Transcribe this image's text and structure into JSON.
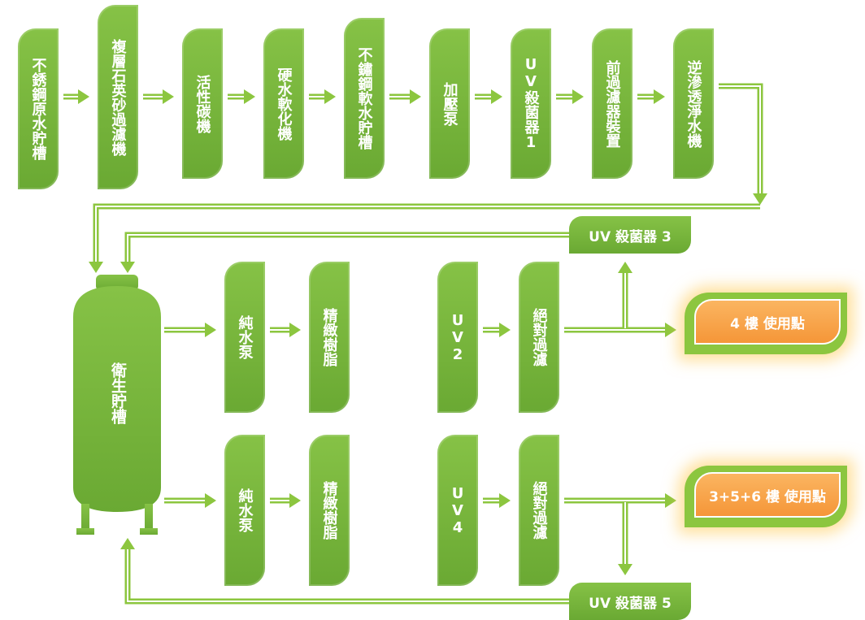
{
  "process": {
    "stainless_tank": "不銹鋼原水貯槽",
    "sand_filter": "複層石英砂過濾機",
    "carbon": "活性碳機",
    "softener": "硬水軟化機",
    "soft_tank": "不鏽鋼軟水貯槽",
    "pump": "加壓泵",
    "uv1": "UV殺菌器1",
    "prefilter": "前過濾器裝置",
    "ro": "逆滲透淨水機"
  },
  "storage_tank": "衛生貯槽",
  "branch_a": {
    "pump": "純水泵",
    "resin": "精緻樹脂",
    "uv": "UV2",
    "filter": "絕對過濾",
    "uv_return": "UV 殺菌器 3",
    "use_point": "4 樓 使用點"
  },
  "branch_b": {
    "pump": "純水泵",
    "resin": "精緻樹脂",
    "uv": "UV4",
    "filter": "絕對過濾",
    "uv_return": "UV 殺菌器 5",
    "use_point": "3+5+6 樓 使用點"
  },
  "colors": {
    "green": "#78b63b",
    "pipe": "#8cc63f",
    "orange": "#f7a54a",
    "glow": "#ffc850"
  }
}
